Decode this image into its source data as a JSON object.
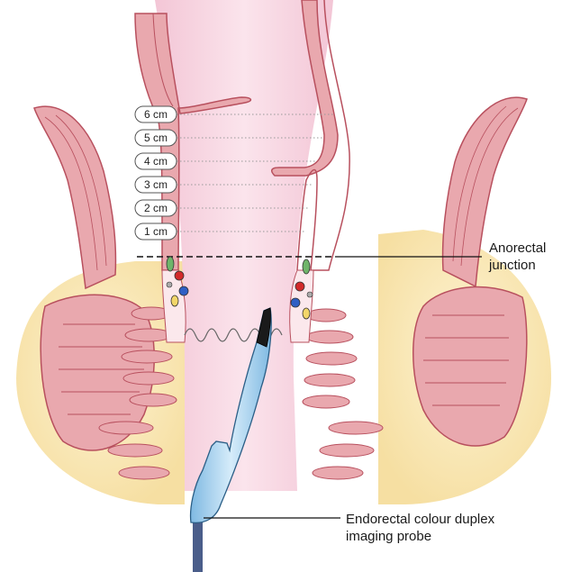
{
  "scale_labels": [
    "6 cm",
    "5 cm",
    "4 cm",
    "3 cm",
    "2 cm",
    "1 cm"
  ],
  "callouts": {
    "anorectal_line1": "Anorectal",
    "anorectal_line2": "junction",
    "probe_line1": "Endorectal colour duplex",
    "probe_line2": "imaging probe"
  },
  "colors": {
    "rectal_lumen": "#f7d6e2",
    "muscle": "#d97b86",
    "muscle_fill": "#e9a8ae",
    "fat": "#fbeab9",
    "mucosa": "#fbe8ec",
    "probe": "#a9d3ee",
    "artery": "#d22a2a",
    "vein": "#2f5fc4",
    "nerve": "#f2d66a",
    "lymph": "#6fb56a"
  }
}
